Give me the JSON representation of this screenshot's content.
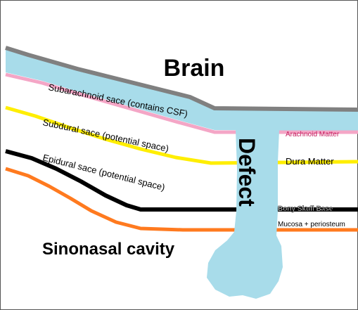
{
  "labels": {
    "brain": "Brain",
    "subarachnoid": "Subarachnoid sace (contains CSF)",
    "subdural": "Subdural sace (potential space)",
    "epidural": "Epidural sace (potential space)",
    "sinonasal": "Sinonasal cavity",
    "defect": "Defect",
    "arachnoid": "Arachnoid Matter",
    "dura": "Dura Matter",
    "bony": "Bony Skull Base",
    "mucosa": "Mucosa + periosteum"
  },
  "colors": {
    "csf": "#a8dcea",
    "brain_surface": "#808080",
    "arachnoid": "#f4a6c6",
    "dura": "#ffee00",
    "bone": "#000000",
    "mucosa": "#ff7a1f",
    "arachnoid_label": "#c2185b"
  }
}
